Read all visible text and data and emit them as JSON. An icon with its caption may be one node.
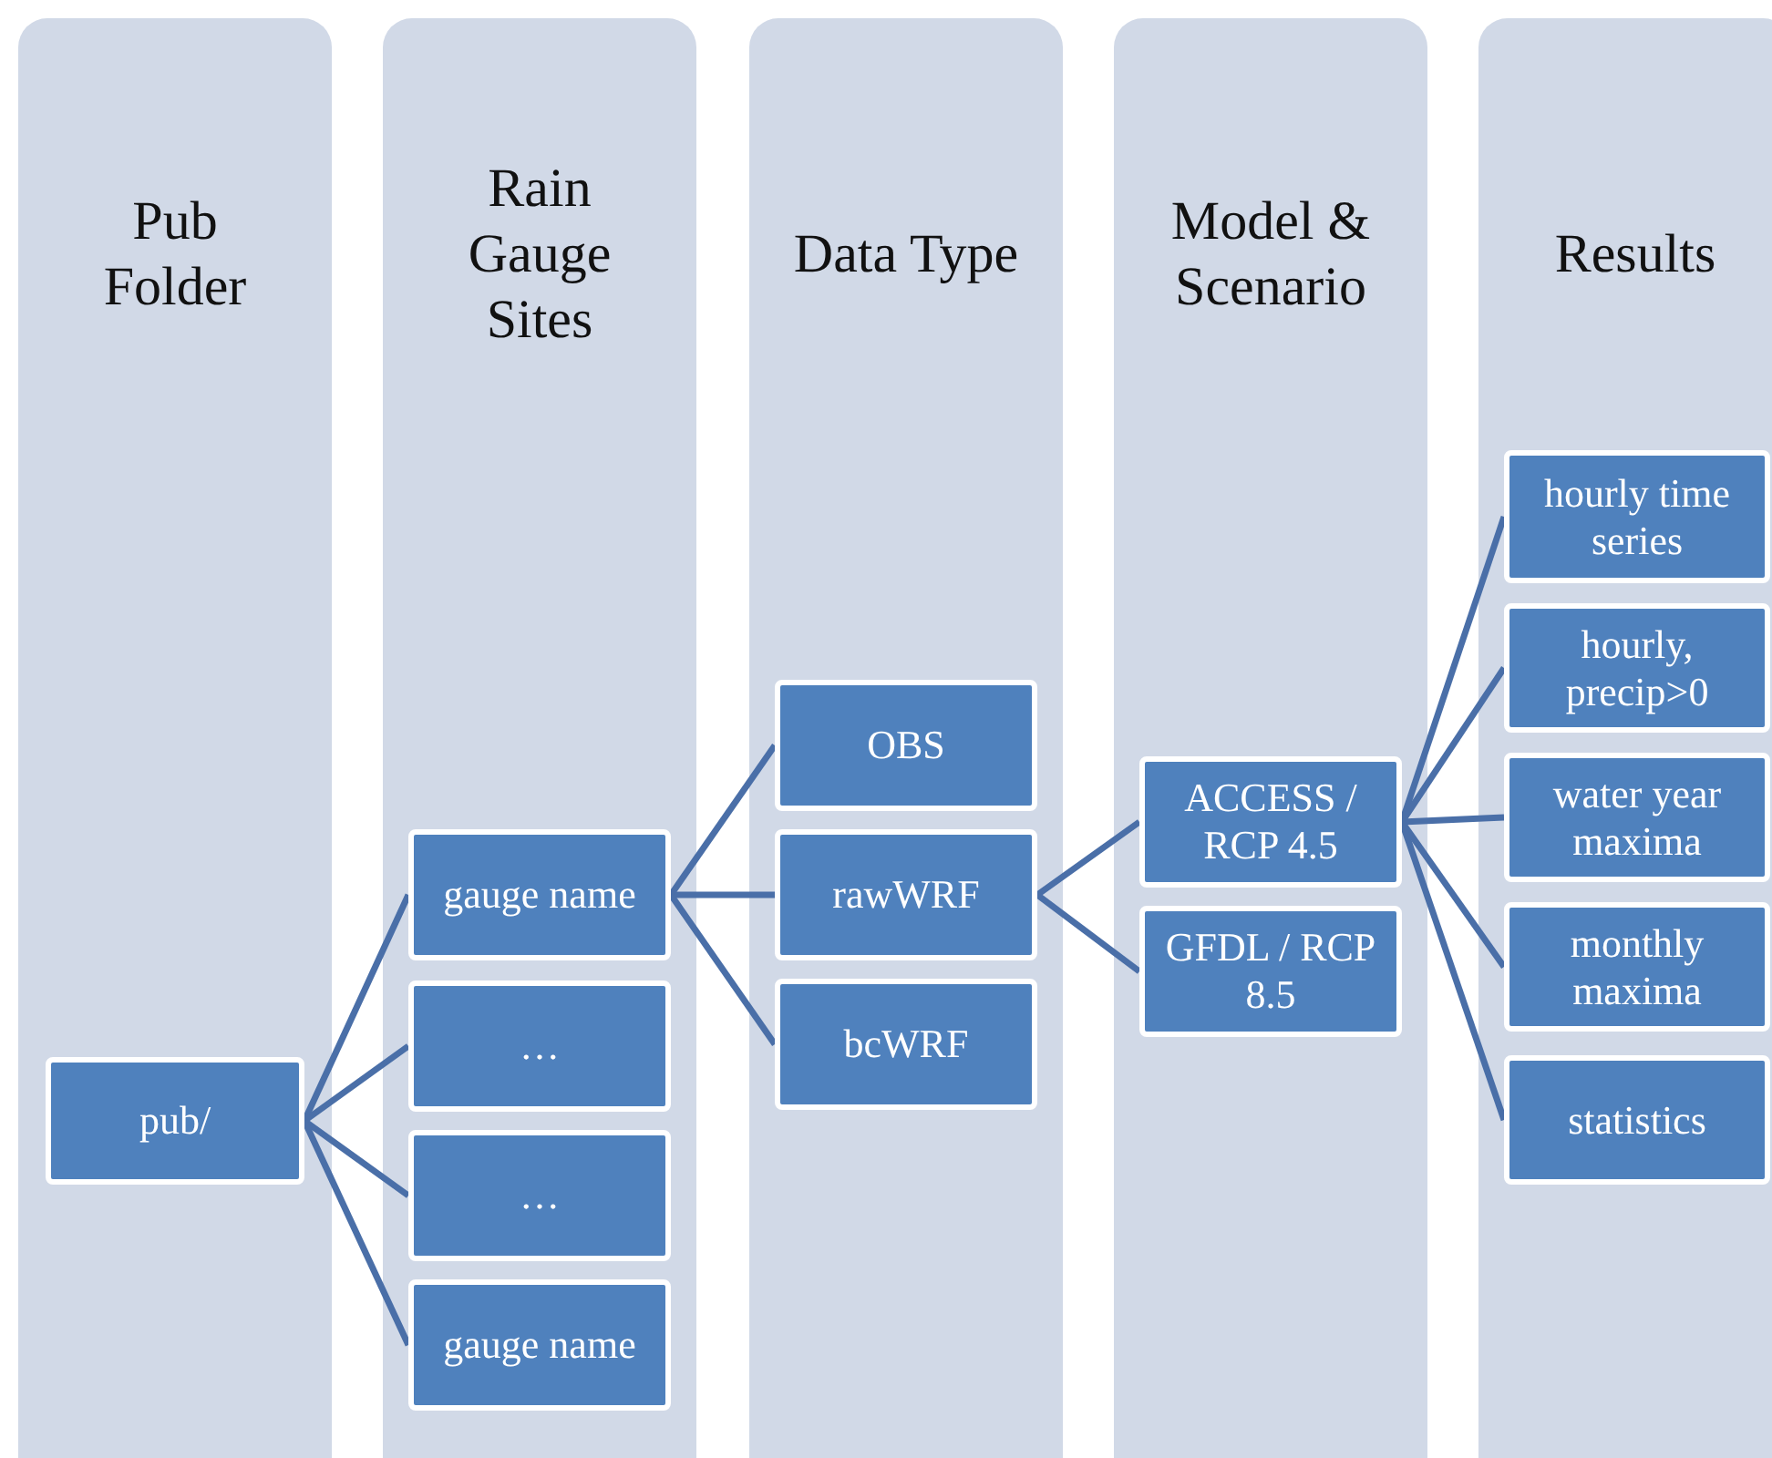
{
  "diagram": {
    "nodes": [
      {
        "text": [
          "Pub Folder"
        ]
      },
      {
        "text": [
          "Rain Gauge Sites"
        ]
      },
      {
        "text": [
          "Data Type"
        ]
      },
      {
        "text": [
          "Model & Scenario"
        ]
      },
      {
        "text": [
          "Results"
        ]
      },
      {
        "text": [
          "pub/"
        ],
        "in": 0
      },
      {
        "text": [
          "gauge name"
        ],
        "in": 1
      },
      {
        "text": [
          "…"
        ],
        "in": 1
      },
      {
        "text": [
          "…"
        ],
        "in": 1
      },
      {
        "text": [
          "gauge name"
        ],
        "in": 1
      },
      {
        "text": [
          "OBS"
        ],
        "in": 2
      },
      {
        "text": [
          "rawWRF"
        ],
        "in": 2
      },
      {
        "text": [
          "bcWRF"
        ],
        "in": 2
      },
      {
        "text": [
          "ACCESS / RCP 4.5"
        ],
        "in": 3
      },
      {
        "text": [
          "GFDL / RCP 8.5"
        ],
        "in": 3
      },
      {
        "text": [
          "hourly time series"
        ],
        "in": 4
      },
      {
        "text": [
          "hourly, precip>0"
        ],
        "in": 4
      },
      {
        "text": [
          "water year maxima"
        ],
        "in": 4
      },
      {
        "text": [
          "monthly maxima"
        ],
        "in": 4
      },
      {
        "text": [
          "statistics"
        ],
        "in": 4
      }
    ],
    "edges": [
      {
        "from": 5,
        "to": 6,
        "arrow": "none"
      },
      {
        "from": 5,
        "to": 7,
        "arrow": "none"
      },
      {
        "from": 5,
        "to": 8,
        "arrow": "none"
      },
      {
        "from": 5,
        "to": 9,
        "arrow": "none"
      },
      {
        "from": 6,
        "to": 10,
        "arrow": "none"
      },
      {
        "from": 6,
        "to": 11,
        "arrow": "none"
      },
      {
        "from": 6,
        "to": 12,
        "arrow": "none"
      },
      {
        "from": 11,
        "to": 13,
        "arrow": "none"
      },
      {
        "from": 11,
        "to": 14,
        "arrow": "none"
      },
      {
        "from": 13,
        "to": 15,
        "arrow": "none"
      },
      {
        "from": 13,
        "to": 16,
        "arrow": "none"
      },
      {
        "from": 13,
        "to": 17,
        "arrow": "none"
      },
      {
        "from": 13,
        "to": 18,
        "arrow": "none"
      },
      {
        "from": 13,
        "to": 19,
        "arrow": "none"
      }
    ]
  }
}
